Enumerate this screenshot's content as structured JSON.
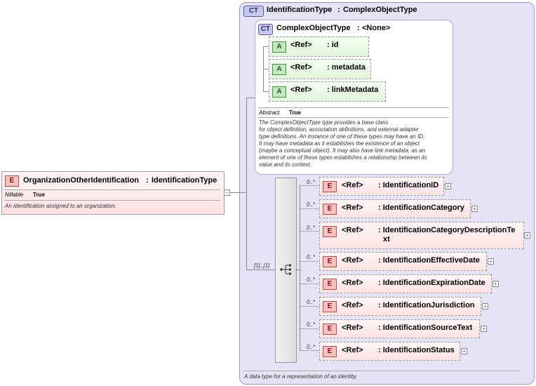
{
  "root_element": {
    "tag": "E",
    "name": "OrganizationOtherIdentification",
    "type_sep": ":",
    "type": "IdentificationType",
    "nillable_label": "Nillable",
    "nillable_value": "True",
    "description": "An identification assigned to an organization.",
    "collapse_symbol": "−"
  },
  "outer_type": {
    "tag": "CT",
    "name": "IdentificationType",
    "type_sep": ":",
    "base": "ComplexObjectType",
    "description": "A data type for a representation of an identity."
  },
  "inner_type": {
    "tag": "CT",
    "name": "ComplexObjectType",
    "type_sep": ":",
    "base": "<None>",
    "abstract_label": "Abstract",
    "abstract_value": "True",
    "description": [
      "The ComplexObjectType type provides a base class",
      "for object definition, association definitions, and external adapter",
      "type definitions. An instance of one of these types may have an ID.",
      "It may have metadata as it establishes the existence of an object",
      "(maybe a conceptual object). It may also have link metadata, as an",
      "element of one of these types establishes a relationship between its",
      "value and its context."
    ],
    "attributes": [
      {
        "tag": "A",
        "ref": "<Ref>",
        "name": ": id"
      },
      {
        "tag": "A",
        "ref": "<Ref>",
        "name": ": metadata"
      },
      {
        "tag": "A",
        "ref": "<Ref>",
        "name": ": linkMetadata"
      }
    ]
  },
  "sequence": {
    "cardinality": "[1]..[1]"
  },
  "children": [
    {
      "tag": "E",
      "card": "0..*",
      "ref": "<Ref>",
      "name": ": IdentificationID",
      "name2": ""
    },
    {
      "tag": "E",
      "card": "0..*",
      "ref": "<Ref>",
      "name": ": IdentificationCategory",
      "name2": ""
    },
    {
      "tag": "E",
      "card": "0..*",
      "ref": "<Ref>",
      "name": ": IdentificationCategoryDescriptionTe",
      "name2": "xt"
    },
    {
      "tag": "E",
      "card": "0..*",
      "ref": "<Ref>",
      "name": ": IdentificationEffectiveDate",
      "name2": ""
    },
    {
      "tag": "E",
      "card": "0..*",
      "ref": "<Ref>",
      "name": ": IdentificationExpirationDate",
      "name2": ""
    },
    {
      "tag": "E",
      "card": "0..*",
      "ref": "<Ref>",
      "name": ": IdentificationJurisdiction",
      "name2": ""
    },
    {
      "tag": "E",
      "card": "0..*",
      "ref": "<Ref>",
      "name": ": IdentificationSourceText",
      "name2": ""
    },
    {
      "tag": "E",
      "card": "0..*",
      "ref": "<Ref>",
      "name": ": IdentificationStatus",
      "name2": ""
    }
  ],
  "expand_symbol": "+"
}
